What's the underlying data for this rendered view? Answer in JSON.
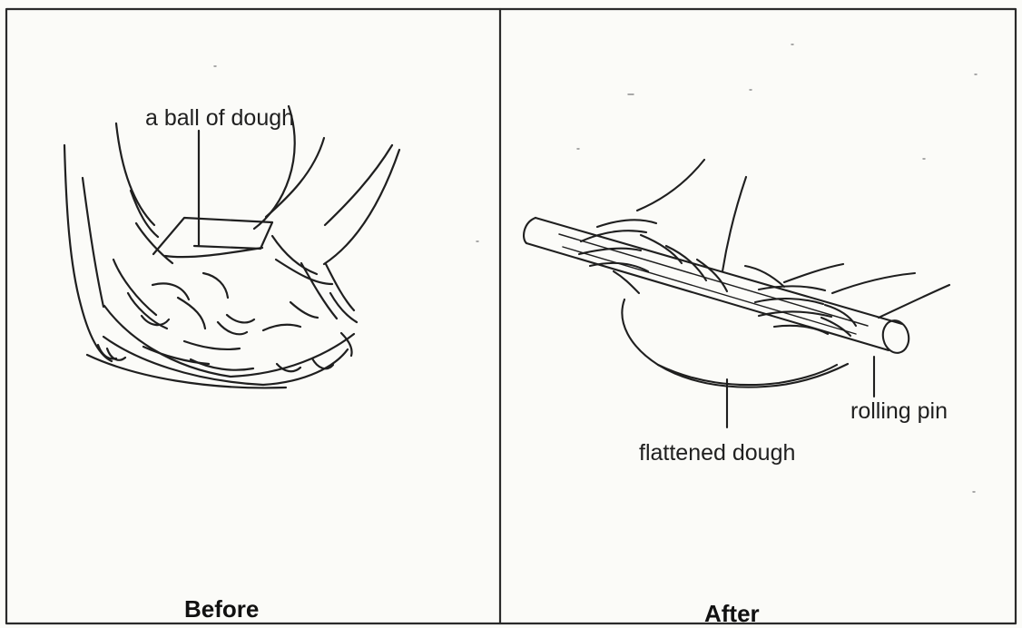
{
  "panels": {
    "before": {
      "caption": "Before",
      "label": "a ball of dough"
    },
    "after": {
      "caption": "After",
      "labels": {
        "rolling_pin": "rolling pin",
        "flattened_dough": "flattened dough"
      }
    }
  }
}
